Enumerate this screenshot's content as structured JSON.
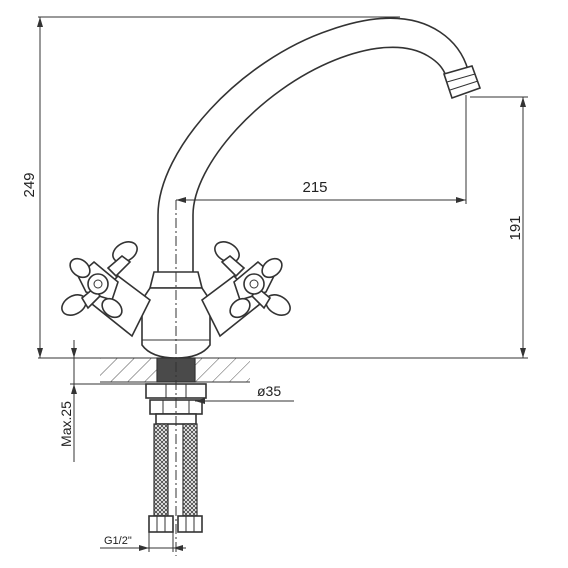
{
  "dimensions": {
    "overall_height": "249",
    "spout_reach": "215",
    "spout_height": "191",
    "base_diameter": "ø35",
    "max_mount_thickness": "Max.25",
    "thread_size": "G1/2\""
  },
  "colors": {
    "line": "#333333",
    "hose_braid": "#555555",
    "background": "#ffffff"
  }
}
